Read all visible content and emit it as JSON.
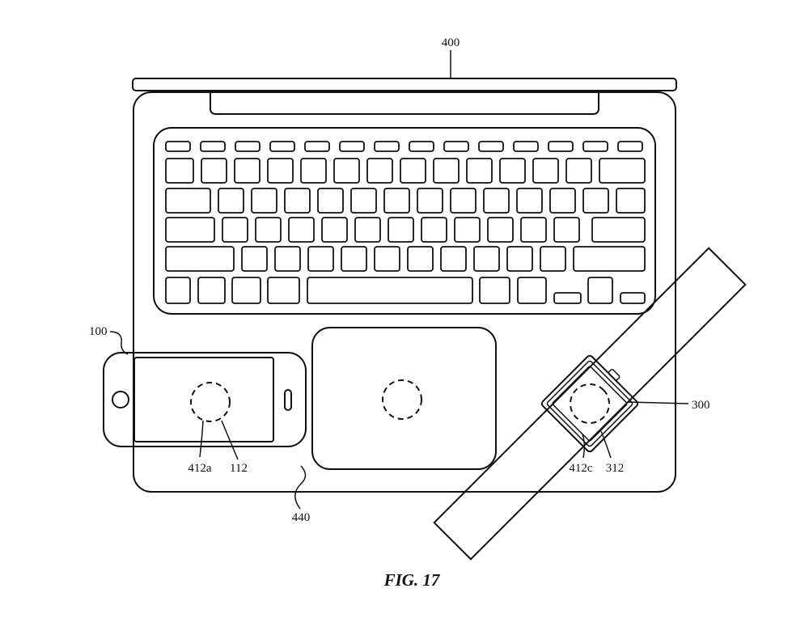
{
  "figure": {
    "caption": "FIG. 17",
    "labels": {
      "laptop": "400",
      "phone": "100",
      "phone_coil": "412a",
      "phone_receiver": "112",
      "surface": "440",
      "watch": "300",
      "watch_coil": "412c",
      "watch_receiver": "312"
    }
  }
}
